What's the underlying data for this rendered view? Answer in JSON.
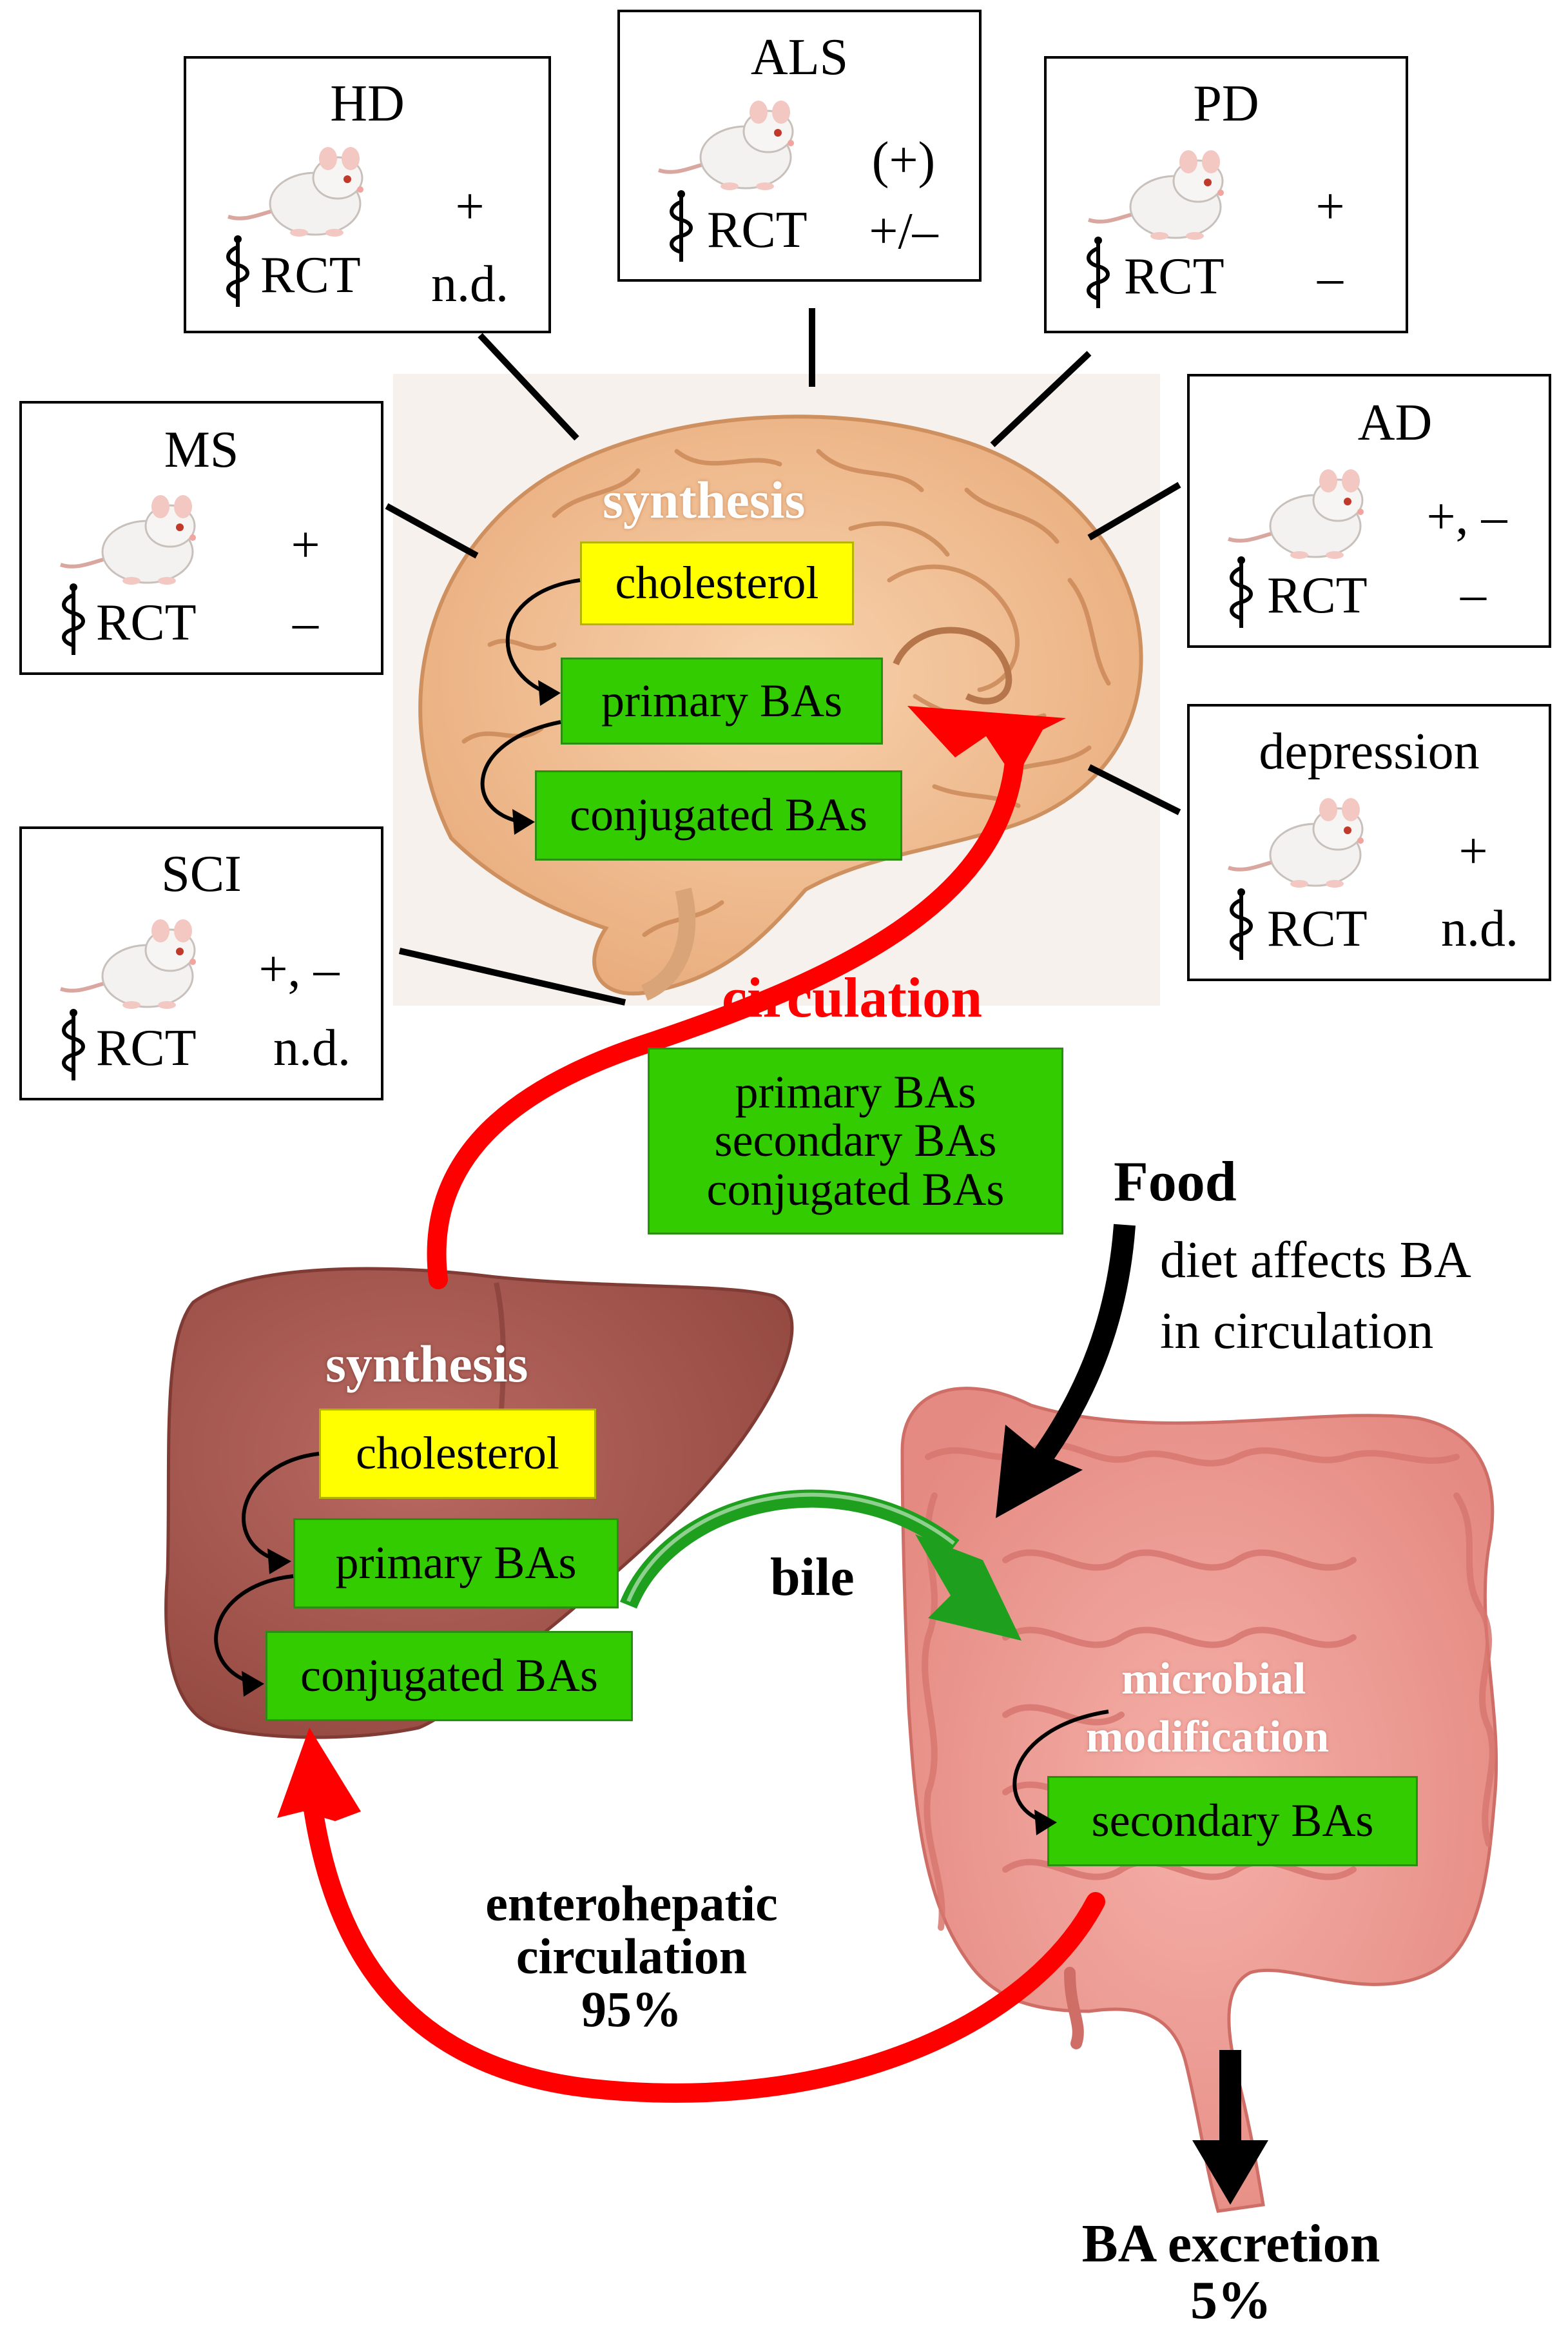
{
  "diseases": [
    {
      "id": "hd",
      "name": "HD",
      "animal": "+",
      "rct_label": "RCT",
      "human": "n.d."
    },
    {
      "id": "als",
      "name": "ALS",
      "animal": "(+)",
      "rct_label": "RCT",
      "human": "+/–"
    },
    {
      "id": "pd",
      "name": "PD",
      "animal": "+",
      "rct_label": "RCT",
      "human": "–"
    },
    {
      "id": "ms",
      "name": "MS",
      "animal": "+",
      "rct_label": "RCT",
      "human": "–"
    },
    {
      "id": "ad",
      "name": "AD",
      "animal": "+, –",
      "rct_label": "RCT",
      "human": "–"
    },
    {
      "id": "depression",
      "name": "depression",
      "animal": "+",
      "rct_label": "RCT",
      "human": "n.d."
    },
    {
      "id": "sci",
      "name": "SCI",
      "animal": "+, –",
      "rct_label": "RCT",
      "human": "n.d."
    }
  ],
  "brain": {
    "synthesis": "synthesis",
    "cholesterol": "cholesterol",
    "primary": "primary BAs",
    "conjugated": "conjugated BAs"
  },
  "circulation": {
    "label": "circulation",
    "line1": "primary  BAs",
    "line2": "secondary BAs",
    "line3": "conjugated BAs"
  },
  "food": {
    "title": "Food",
    "line1": "diet affects BA",
    "line2": "in circulation"
  },
  "liver": {
    "synthesis": "synthesis",
    "cholesterol": "cholesterol",
    "primary": "primary BAs",
    "conjugated": "conjugated BAs"
  },
  "bile": "bile",
  "gut": {
    "microbial1": "microbial",
    "microbial2": "modification",
    "secondary": "secondary BAs"
  },
  "enterohepatic": {
    "line1": "enterohepatic",
    "line2": "circulation",
    "line3": "95%"
  },
  "excretion": {
    "line1": "BA excretion",
    "line2": "5%"
  },
  "colors": {
    "green_box": "#33cc00",
    "yellow_box": "#ffff00",
    "red_arrow": "#ff0000",
    "green_arrow": "#1ea01e",
    "brain": "#f2c49a",
    "liver": "#a95a52",
    "intestine": "#ef9a92"
  }
}
